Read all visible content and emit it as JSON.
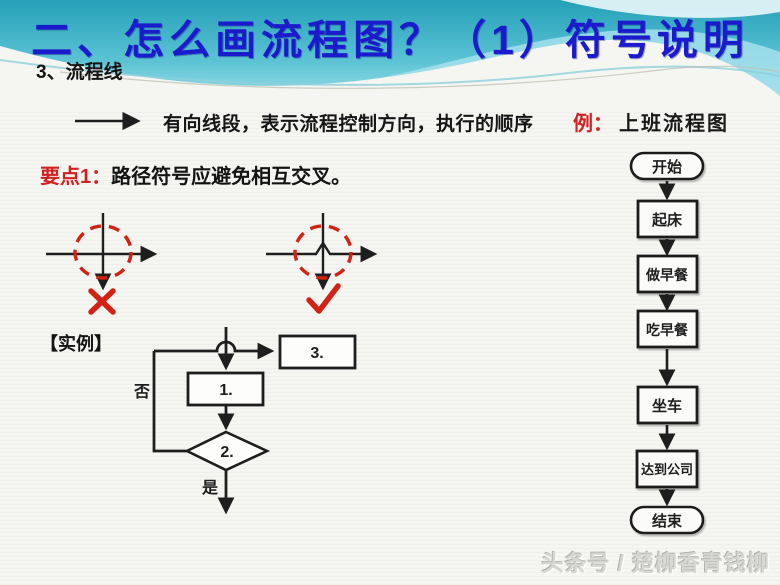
{
  "title": "二、怎么画流程图？（1）符号说明",
  "section": "3、流程线",
  "flow_note": {
    "description": "有向线段，表示流程控制方向，执行的顺序",
    "example_label": "例：",
    "example_name": "上班流程图"
  },
  "point1": {
    "label": "要点1：",
    "text": "路径符号应避免相互交叉。"
  },
  "cross_examples": {
    "wrong_icon": "red-x-mark",
    "correct_icon": "red-check-mark",
    "highlight_shape": "red-dashed-circle"
  },
  "instance": {
    "label": "【实例】",
    "box1": "1.",
    "box2": "2.",
    "box3": "3.",
    "no": "否",
    "yes": "是"
  },
  "daily_flow": {
    "nodes": [
      {
        "label": "开始",
        "shape": "terminal"
      },
      {
        "label": "起床",
        "shape": "process"
      },
      {
        "label": "做早餐",
        "shape": "process"
      },
      {
        "label": "吃早餐",
        "shape": "process"
      },
      {
        "label": "坐车",
        "shape": "process"
      },
      {
        "label": "达到公司",
        "shape": "process"
      },
      {
        "label": "结束",
        "shape": "terminal"
      }
    ]
  },
  "watermark": "头条号 / 楚柳香青钱柳",
  "colors": {
    "title_blue": "#1c1acd",
    "accent_red": "#d41f1f",
    "mark_red": "#d32113",
    "banner_teal": "#25a0b8",
    "line_ink": "#1e1e1e",
    "background": "#f5f5f2",
    "watermark_gray": "#d6d6d2"
  }
}
